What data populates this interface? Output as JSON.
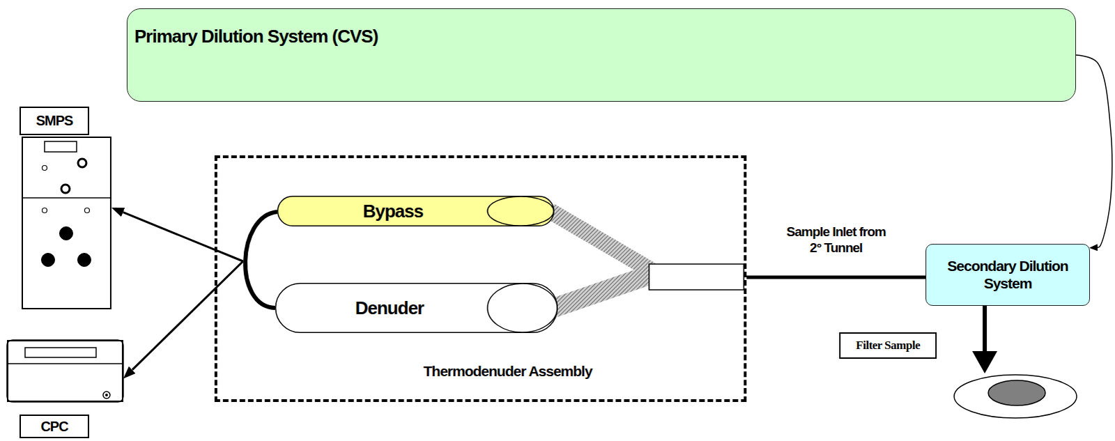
{
  "diagram": {
    "nodes": [
      {
        "text": [
          "Primary Dilution System (CVS)"
        ]
      },
      {
        "text": [
          "SMPS"
        ]
      },
      {
        "text": [
          "CPC"
        ]
      },
      {
        "text": [
          "Thermodenuder Assembly"
        ]
      },
      {
        "text": [
          "Bypass"
        ],
        "in": 3
      },
      {
        "text": [
          "Denuder"
        ],
        "in": 3
      },
      {
        "text": [
          "Secondary Dilution System"
        ]
      },
      {
        "text": [
          "Filter Sample"
        ]
      }
    ],
    "edges": [
      {
        "from": 0,
        "to": 6,
        "arrow": "to"
      },
      {
        "from": 6,
        "to": 3,
        "label": "Sample Inlet from 2° Tunnel",
        "arrow": "none"
      },
      {
        "from": 3,
        "to": 1,
        "arrow": "to"
      },
      {
        "from": 3,
        "to": 2,
        "arrow": "to"
      },
      {
        "from": 6,
        "to": 7,
        "arrow": "to"
      }
    ]
  }
}
